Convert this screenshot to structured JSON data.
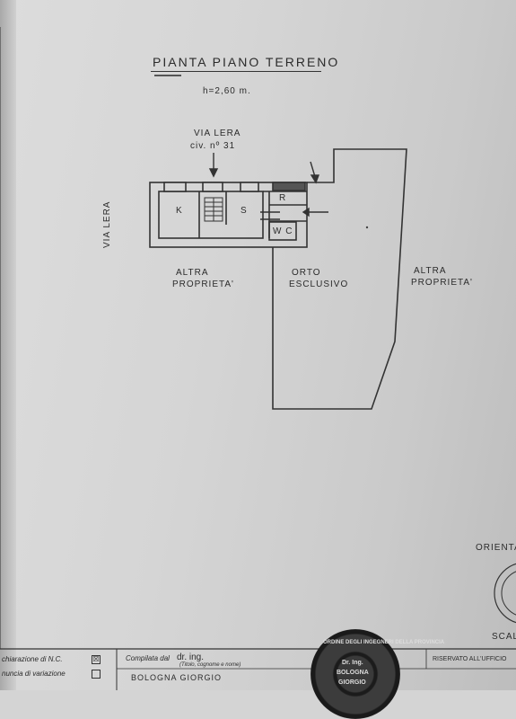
{
  "document": {
    "title": "PIANTA PIANO TERRENO",
    "height_note": "h=2,60 m.",
    "street_top": "VIA LERA",
    "civic_number": "civ. nº 31",
    "street_left": "VIA LERA",
    "rooms": {
      "kitchen": "K",
      "living": "S",
      "room_r": "R",
      "wc": "W C"
    },
    "left_label": [
      "ALTRA",
      "PROPRIETA'"
    ],
    "garden_label": [
      "ORTO",
      "ESCLUSIVO"
    ],
    "right_label": [
      "ALTRA",
      "PROPRIETA'"
    ],
    "orientation_label": "ORIENTA",
    "scale_label": "SCAL"
  },
  "footer": {
    "declaration_nc": "chiarazione di N.C.",
    "declaration_variation": "nuncia di variazione",
    "compiled_by": "Compilata dal",
    "compiled_title": "dr. ing.",
    "compiled_hint": "(Titolo, cognome e nome)",
    "compiler_name": "BOLOGNA   GIORGIO",
    "reserved": "RISERVATO ALL'UFFICIO",
    "checkbox_nc": "☒",
    "checkbox_variation": ""
  },
  "stamp": {
    "ring_text": "ORDINE DEGLI INGEGNERI DELLA PROVINCIA",
    "center_line1": "Dr. Ing.",
    "center_line2": "BOLOGNA",
    "center_line3": "GIORGIO"
  }
}
